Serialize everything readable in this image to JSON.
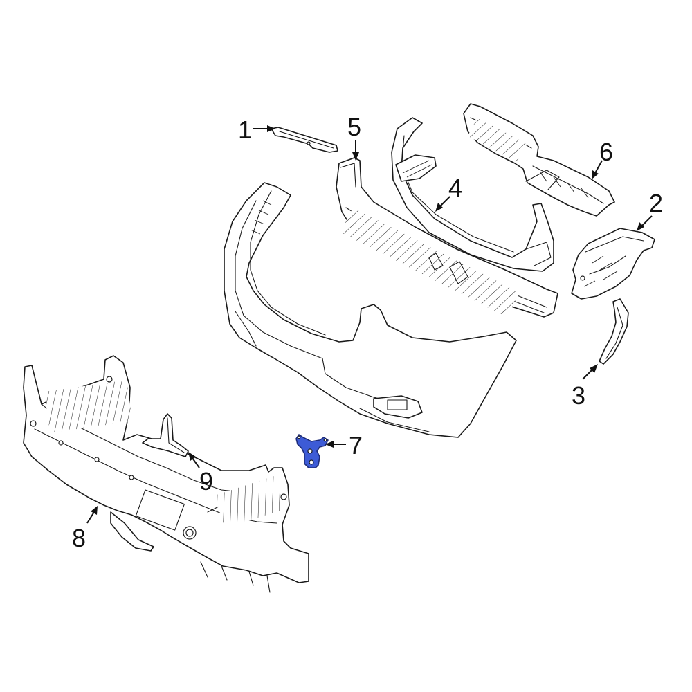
{
  "callouts": [
    {
      "id": 1,
      "label": "1"
    },
    {
      "id": 2,
      "label": "2"
    },
    {
      "id": 3,
      "label": "3"
    },
    {
      "id": 4,
      "label": "4"
    },
    {
      "id": 5,
      "label": "5"
    },
    {
      "id": 6,
      "label": "6"
    },
    {
      "id": 7,
      "label": "7"
    },
    {
      "id": 8,
      "label": "8"
    },
    {
      "id": 9,
      "label": "9"
    }
  ],
  "colors": {
    "line": "#1a1a1a",
    "highlight_fill": "#3d5bd6",
    "highlight_stroke": "#1f2d7a",
    "background": "#ffffff"
  },
  "highlighted_part": "7"
}
